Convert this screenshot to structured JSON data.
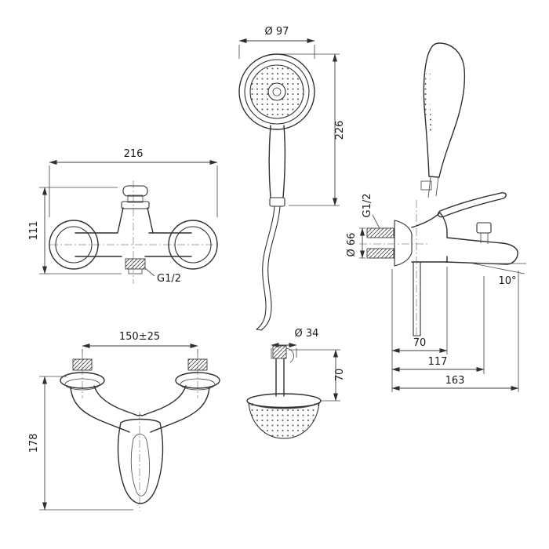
{
  "drawing": {
    "background": "#ffffff",
    "line_color": "#2f2f2f",
    "views": {
      "handshower_front": {
        "diameter": "Ø 97",
        "length": "226"
      },
      "mixer_front": {
        "width": "216",
        "height": "111",
        "outlet_thread": "G1/2"
      },
      "side": {
        "inlet_thread": "G1/2",
        "rosette_diameter": "Ø 66",
        "spout_angle": "10°",
        "depth_1": "70",
        "depth_2": "117",
        "depth_3": "163"
      },
      "shower_mixer_front": {
        "width": "150±25",
        "height": "178"
      },
      "handshower_side": {
        "diameter": "Ø 34",
        "height": "70"
      }
    }
  }
}
